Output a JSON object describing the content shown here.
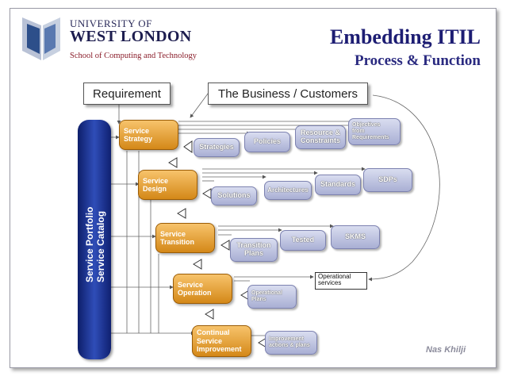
{
  "header": {
    "university_of": "UNIVERSITY OF",
    "university_name": "WEST LONDON",
    "school": "School of Computing and Technology",
    "title_line1": "Embedding ITIL",
    "title_line2": "Process & Function"
  },
  "top_boxes": {
    "requirement": "Requirement",
    "business": "The Business / Customers"
  },
  "vertical_bar": {
    "line1": "Service Portfolio",
    "line2": "Service Catalog"
  },
  "stages": [
    {
      "label": "Service\nStrategy"
    },
    {
      "label": "Service\nDesign"
    },
    {
      "label": "Service\nTransition"
    },
    {
      "label": "Service\nOperation"
    },
    {
      "label": "Continual\nService\nImprovement"
    }
  ],
  "outputs": {
    "strategies": "Strategies",
    "policies": "Policies",
    "resource_constraints": "Resource &\nConstraints",
    "objectives": "Objectives\nfrom\nRequirements",
    "solutions": "Solutions",
    "architectures": "Architectures",
    "standards": "Standards",
    "sdps": "SDPs",
    "transition_plans": "Transition\nPlans",
    "tested": "Tested",
    "skms": "SKMS",
    "operational_plans": "Operational\nPlans",
    "operational_services": "Operational\nservices",
    "improvement_actions": "Improvement\nactions & plans"
  },
  "footer": {
    "credit": "Nas Khilji"
  },
  "colors": {
    "stage": "#e79a2e",
    "output": "#b8bde0",
    "bar": "#1a2f8c",
    "title": "#1d1d73"
  }
}
